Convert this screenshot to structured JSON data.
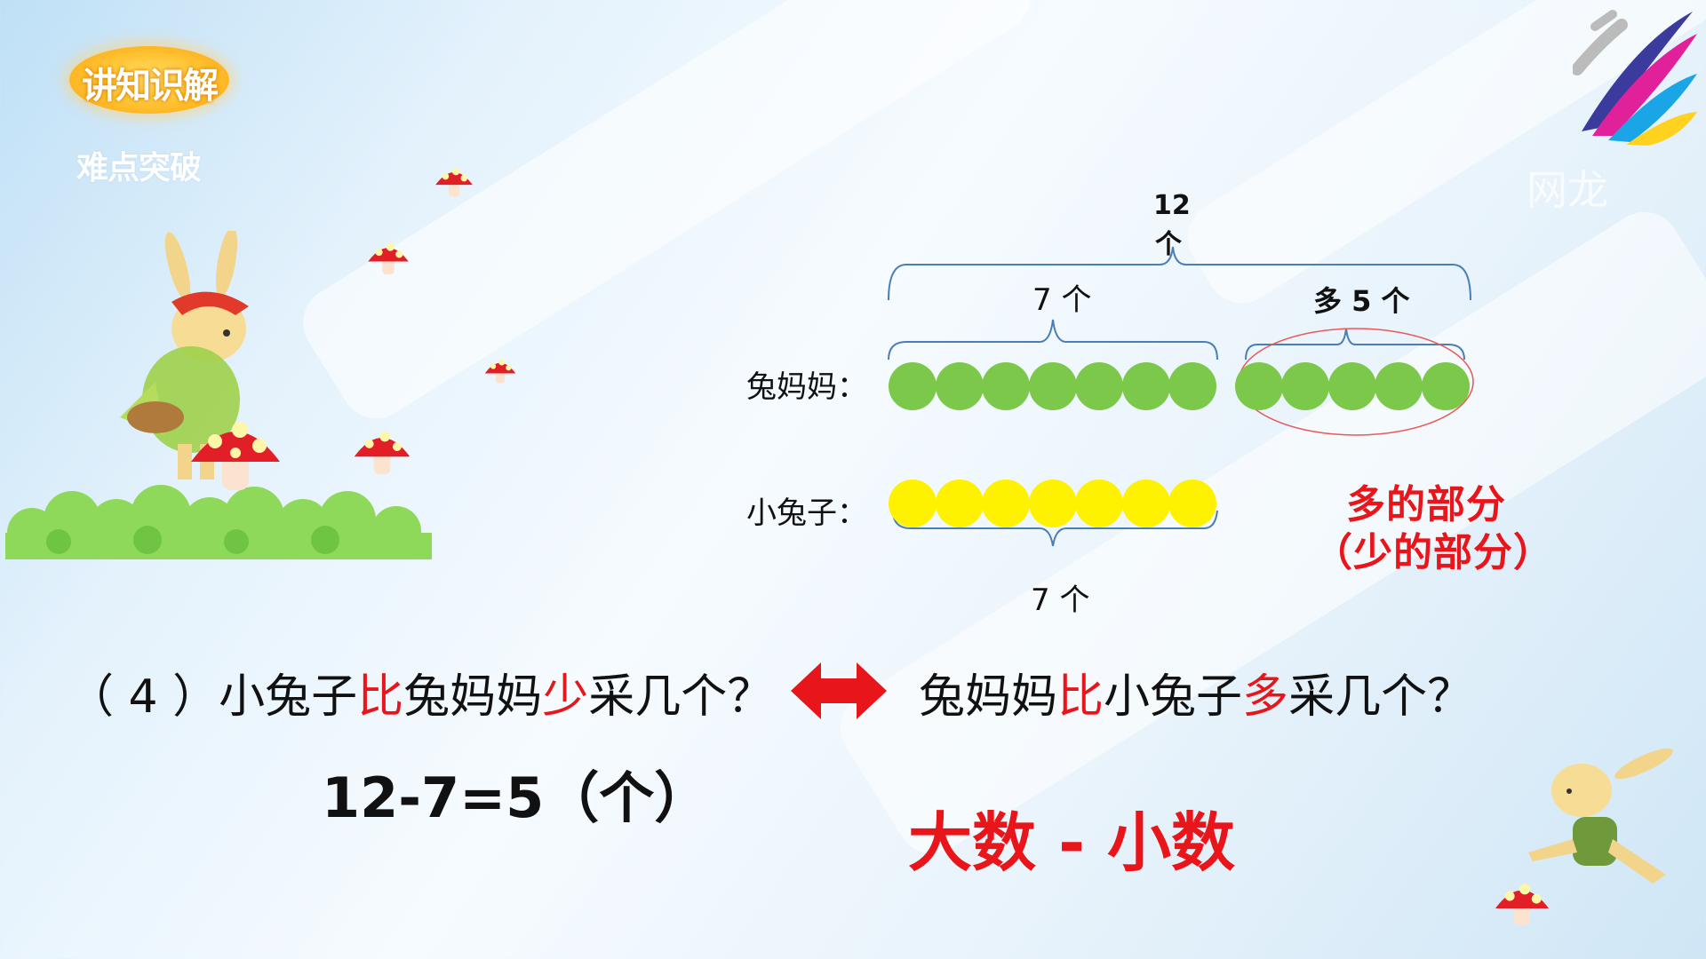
{
  "header": {
    "badge": "讲知识解",
    "subtitle": "难点突破",
    "watermark": "网龙"
  },
  "diagram": {
    "total_top": "12",
    "total_unit": "个",
    "left_count": "7 个",
    "extra_count": "多 5 个",
    "row1_label": "兔妈妈：",
    "row2_label": "小兔子：",
    "bottom_count": "7 个",
    "row1_green": 12,
    "row2_yellow": 7,
    "colors": {
      "green": "#7cc84a",
      "yellow": "#fff200",
      "brace": "#4a7fb5",
      "accent": "#e8161b"
    }
  },
  "note": {
    "line1": "多的部分",
    "line2": "（少的部分）"
  },
  "question": {
    "p1": "（ 4 ）小兔子",
    "p2": "比",
    "p3": "兔妈妈",
    "p4": "少",
    "p5": "采几个？",
    "q1": "兔妈妈",
    "q2": "比",
    "q3": "小兔子",
    "q4": "多",
    "q5": "采几个？"
  },
  "equation": "12-7=5（个）",
  "rule": "大数 - 小数",
  "icons": [
    "mushroom-icon",
    "rabbit-icon",
    "double-arrow-icon",
    "logo-icon",
    "bush-icon"
  ]
}
